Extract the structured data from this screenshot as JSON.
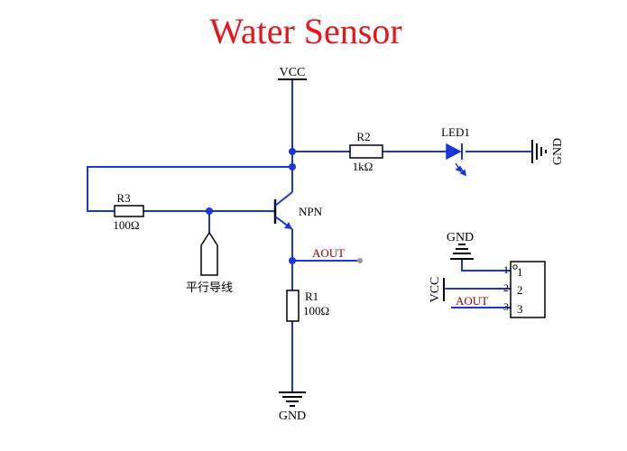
{
  "title": "Water Sensor",
  "colors": {
    "title": "#e8151b",
    "wire": "#1b36d8",
    "component": "#000000",
    "net_label": "#8b0000",
    "pin": "#9a9a9a"
  },
  "labels": {
    "vcc_top": "VCC",
    "r2_name": "R2",
    "r2_value": "1kΩ",
    "led_name": "LED1",
    "gnd_right": "GND",
    "r3_name": "R3",
    "r3_value": "100Ω",
    "transistor": "NPN",
    "probe": "平行导线",
    "aout_main": "AOUT",
    "r1_name": "R1",
    "r1_value": "100Ω",
    "gnd_bottom": "GND",
    "conn_gnd": "GND",
    "conn_vcc": "VCC",
    "conn_aout": "AOUT",
    "conn_pin_outer_1": "1",
    "conn_pin_outer_2": "2",
    "conn_pin_outer_3": "3",
    "conn_pin_inner_1": "1",
    "conn_pin_inner_2": "2",
    "conn_pin_inner_3": "3"
  }
}
